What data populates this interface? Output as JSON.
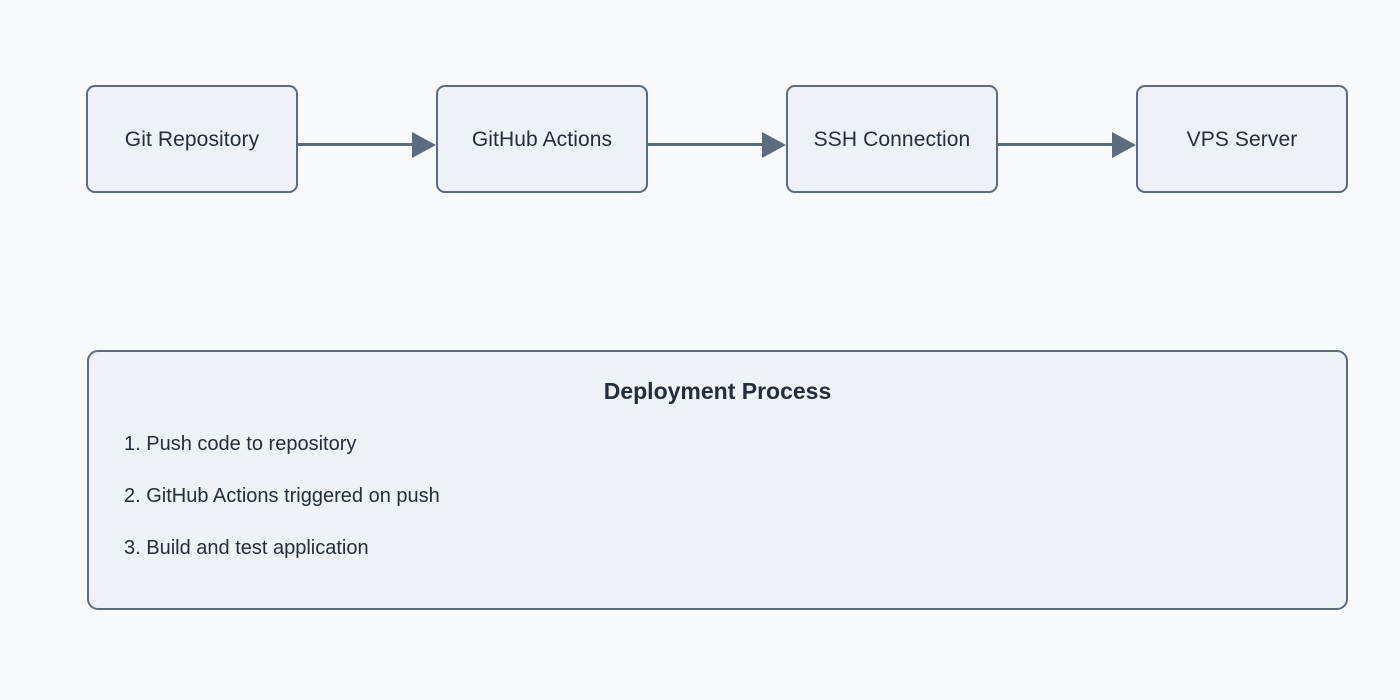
{
  "canvas": {
    "background_color": "#f8f9fb",
    "node_fill_color": "#eef1f7",
    "stroke_color": "#5b6b80",
    "text_color": "#242d3c"
  },
  "flow": {
    "nodes": [
      {
        "label": "Git Repository"
      },
      {
        "label": "GitHub Actions"
      },
      {
        "label": "SSH Connection"
      },
      {
        "label": "VPS Server"
      }
    ],
    "connectors": [
      {
        "from": "Git Repository",
        "to": "GitHub Actions",
        "arrow": "arrow-right-icon"
      },
      {
        "from": "GitHub Actions",
        "to": "SSH Connection",
        "arrow": "arrow-right-icon"
      },
      {
        "from": "SSH Connection",
        "to": "VPS Server",
        "arrow": "arrow-right-icon"
      }
    ]
  },
  "process_panel": {
    "title": "Deployment Process",
    "steps": [
      "1. Push code to repository",
      "2. GitHub Actions triggered on push",
      "3. Build and test application"
    ]
  }
}
